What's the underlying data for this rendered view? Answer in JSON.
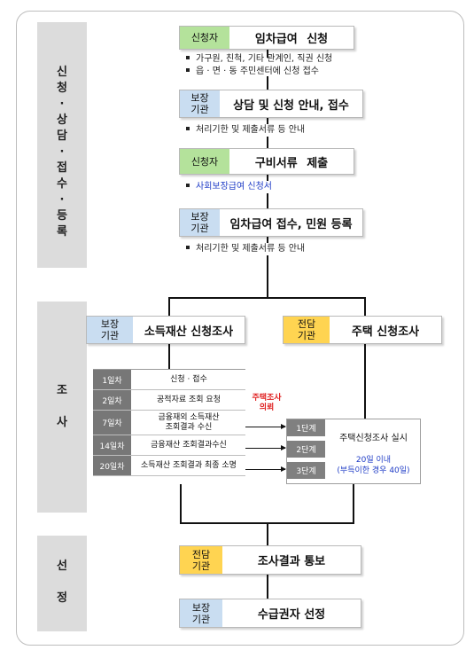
{
  "phases": [
    {
      "label": "신\n청\n·\n상\n담\n·\n접\n수\n·\n등\n록"
    },
    {
      "label": "조\n\n사"
    },
    {
      "label": "선\n\n정"
    }
  ],
  "steps": {
    "s1": {
      "tag": "신청자",
      "title": "임차급여 신청"
    },
    "s2": {
      "tag": "보장\n기관",
      "title": "상담 및 신청 안내, 접수"
    },
    "s3": {
      "tag": "신청자",
      "title": "구비서류 제출"
    },
    "s4": {
      "tag": "보장\n기관",
      "title": "임차급여 접수, 민원 등록"
    },
    "s5": {
      "tag": "보장\n기관",
      "title": "소득재산 신청조사"
    },
    "s6": {
      "tag": "전담\n기관",
      "title": "주택 신청조사"
    },
    "s7": {
      "tag": "전담\n기관",
      "title": "조사결과 통보"
    },
    "s8": {
      "tag": "보장\n기관",
      "title": "수급권자 선정"
    }
  },
  "notes": {
    "n1a": "가구원, 친척, 기타 관계인, 직권 신청",
    "n1b": "읍 · 면 · 동 주민센터에 신청 접수",
    "n2": "처리기한 및 제출서류 등 안내",
    "n3": "사회보장급여 신청서",
    "n4": "처리기한 및 제출서류 등 안내"
  },
  "days": [
    {
      "day": "1일차",
      "text": "신청 · 접수"
    },
    {
      "day": "2일차",
      "text": "공적자료 조회 요청"
    },
    {
      "day": "7일차",
      "text": "금융재외 소득재산\n조회결과 수신"
    },
    {
      "day": "14일차",
      "text": "금융재산 조회결과수신"
    },
    {
      "day": "20일차",
      "text": "소득재산 조회결과 최종 소명"
    }
  ],
  "request_note": "주택조사\n의뢰",
  "housing": {
    "stages": [
      "1단계",
      "2단계",
      "3단계"
    ],
    "title": "주택신청조사 실시",
    "sub": "20일 이내\n(부득이한 경우 40일)"
  }
}
